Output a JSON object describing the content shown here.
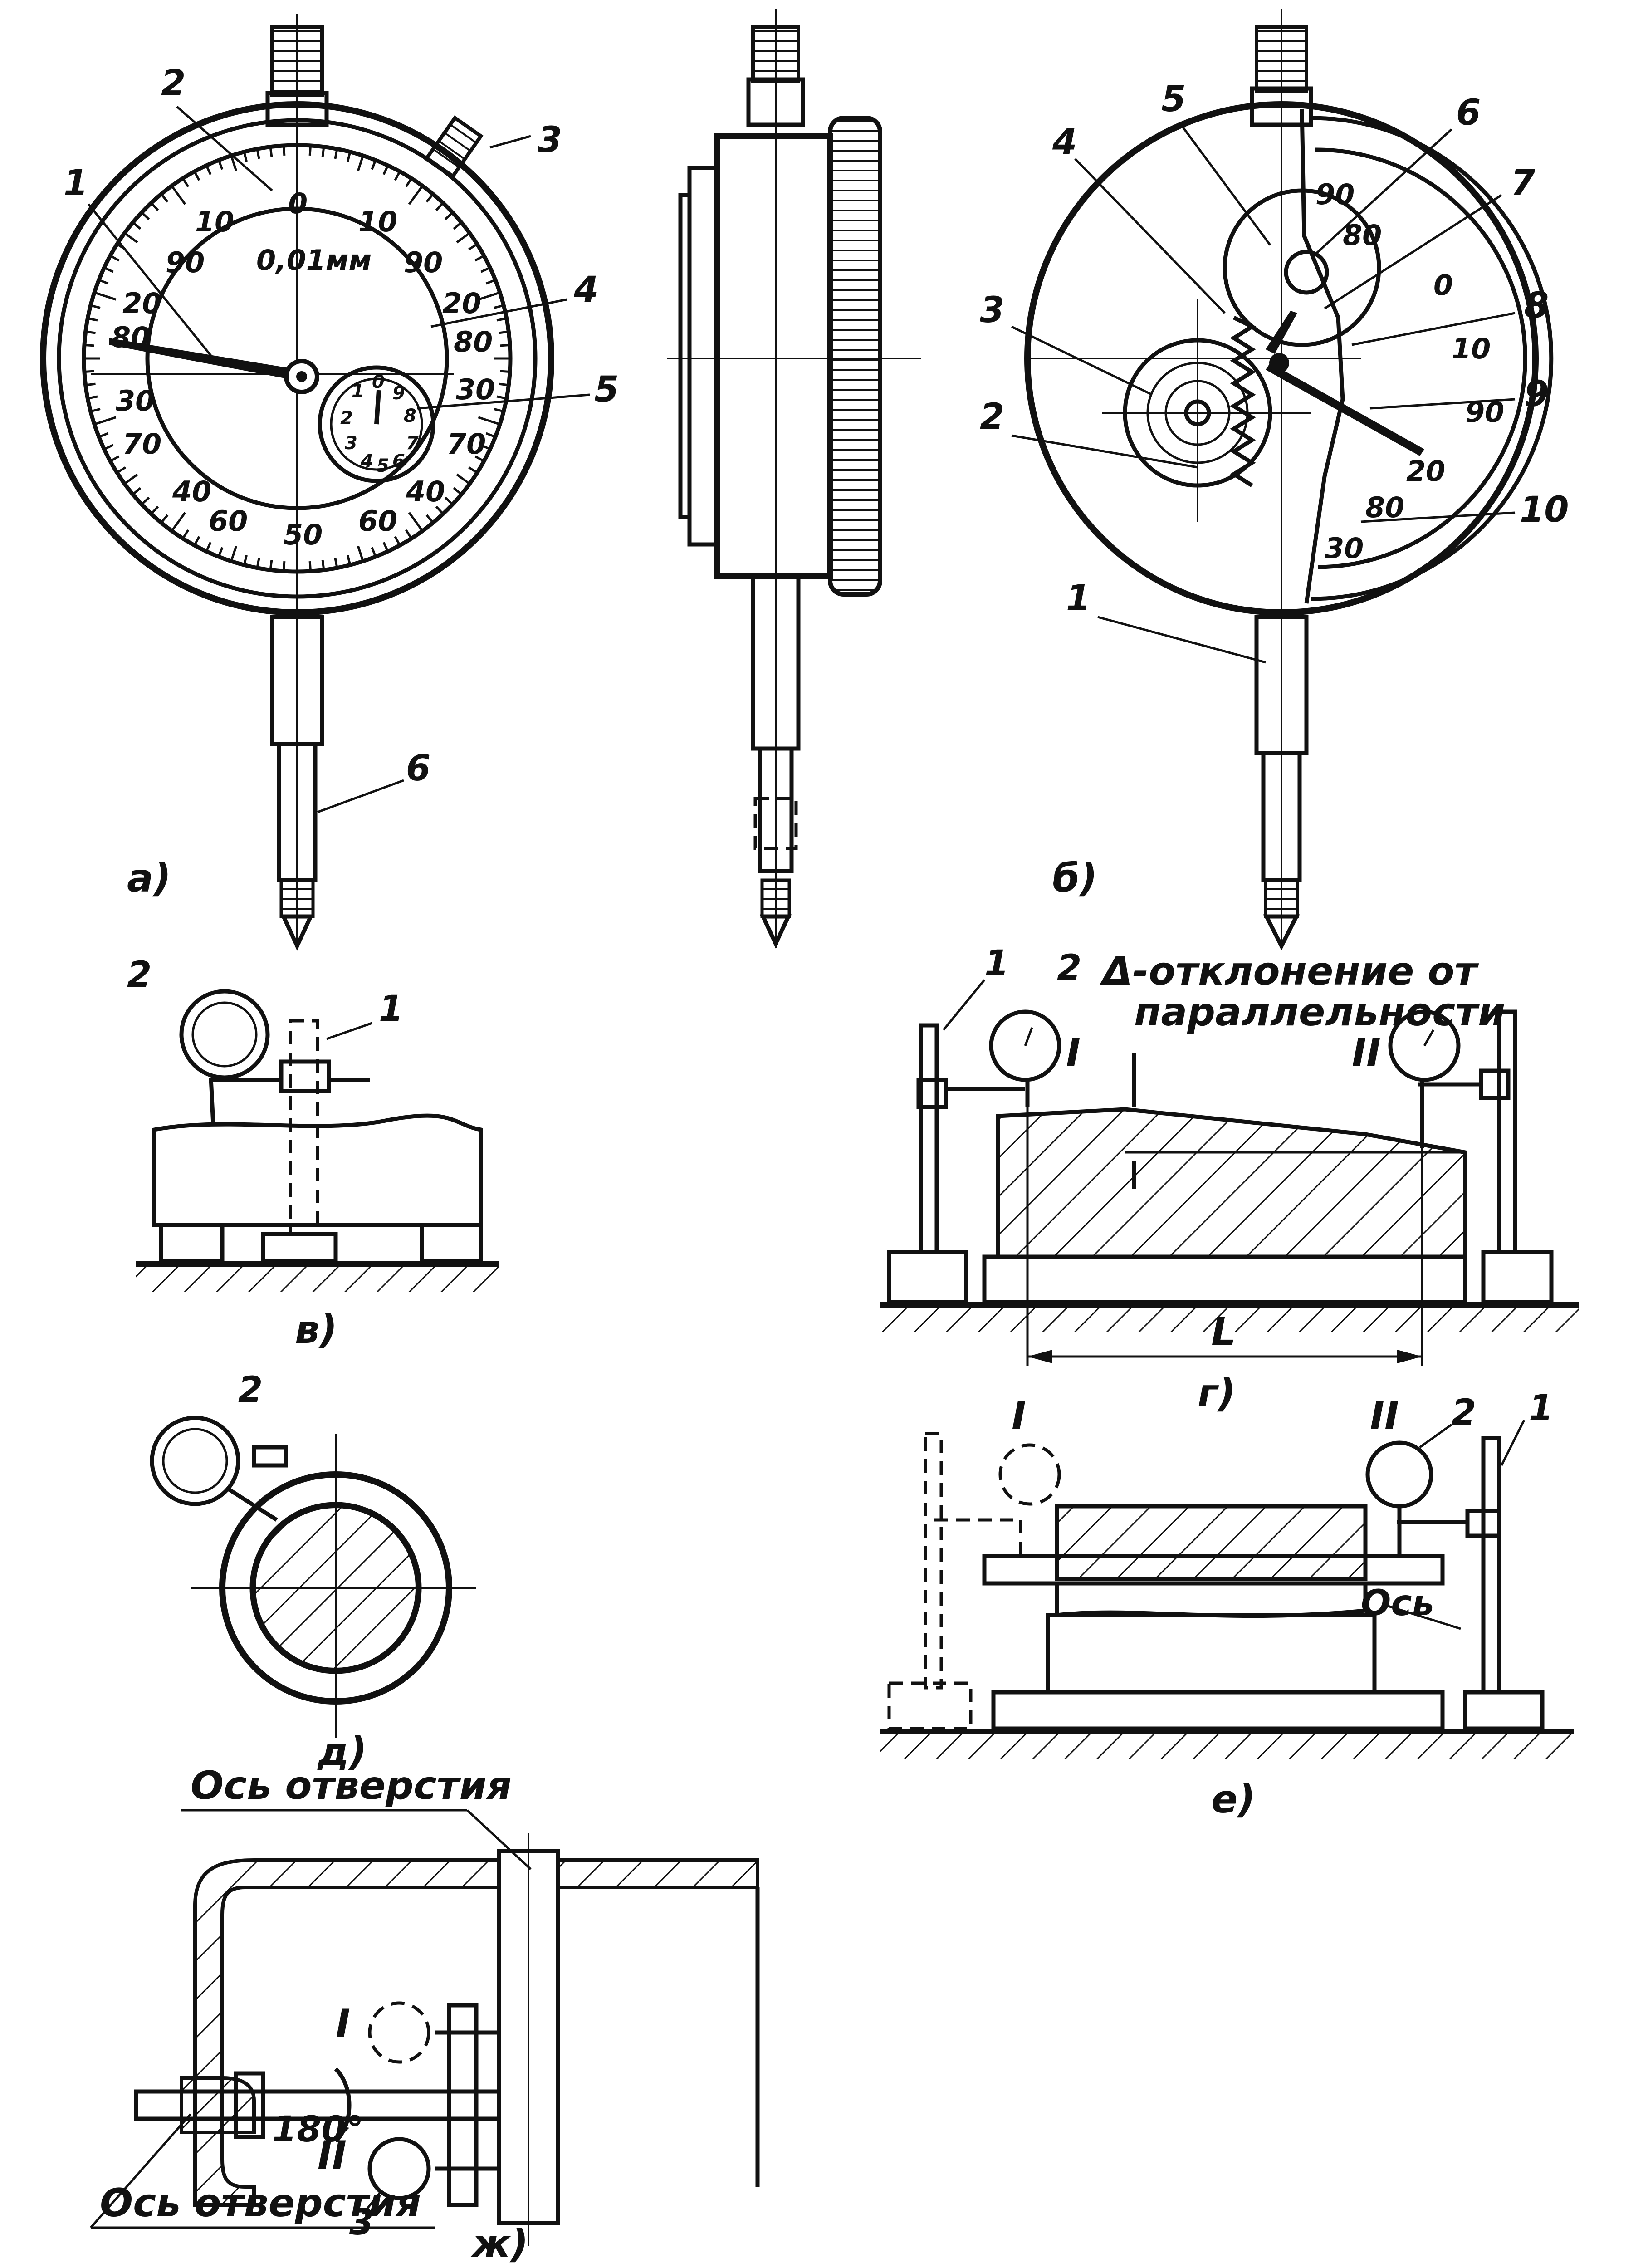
{
  "captions": {
    "a": "а)",
    "b": "б)",
    "v": "в)",
    "g": "г)",
    "d": "д)",
    "e": "е)",
    "zh": "ж)"
  },
  "fig_a": {
    "scale_label": "0,01мм",
    "outer_scale": [
      "0",
      "10",
      "20",
      "30",
      "40",
      "50",
      "60",
      "70",
      "80",
      "90",
      "10",
      "20",
      "30",
      "40",
      "60",
      "70",
      "80",
      "90"
    ],
    "small_dial": [
      "0",
      "1",
      "2",
      "3",
      "4",
      "5",
      "6",
      "7",
      "8",
      "9"
    ],
    "callouts": [
      "1",
      "2",
      "3",
      "4",
      "5",
      "6"
    ]
  },
  "fig_b": {
    "scale": [
      "0",
      "10",
      "90",
      "20",
      "80",
      "30",
      "90",
      "80"
    ],
    "callouts": [
      "1",
      "2",
      "3",
      "4",
      "5",
      "6",
      "7",
      "8",
      "9",
      "10"
    ]
  },
  "fig_v": {
    "callouts": [
      "1",
      "2"
    ]
  },
  "fig_g": {
    "annotation_line1": "Δ-отклонение от",
    "annotation_line2": "параллельности",
    "position_I": "I",
    "position_II": "II",
    "length_label": "L",
    "callouts": [
      "1",
      "2"
    ]
  },
  "fig_d": {
    "callouts": [
      "2"
    ]
  },
  "fig_e": {
    "position_I": "I",
    "position_II": "II",
    "axis_label": "Ось",
    "callouts": [
      "1",
      "2"
    ]
  },
  "fig_zh": {
    "top_label": "Ось отверстия",
    "bottom_label": "Ось отверстия",
    "position_I": "I",
    "position_II": "II",
    "angle_label": "180°",
    "callouts": [
      "3"
    ]
  }
}
